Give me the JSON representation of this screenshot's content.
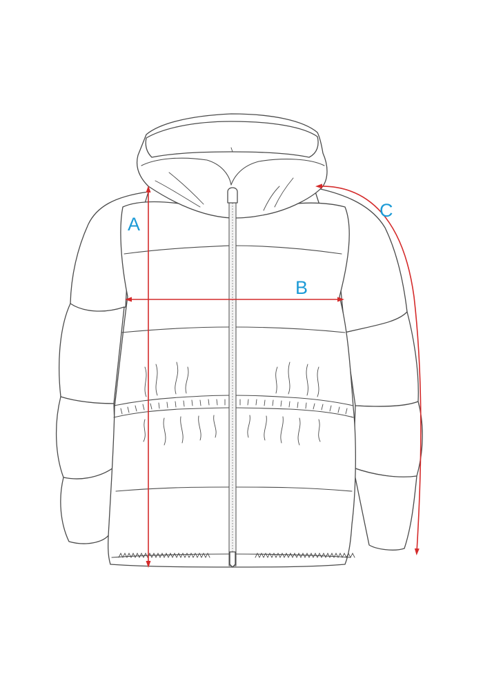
{
  "measurements": [
    {
      "id": "a",
      "label": "A"
    },
    {
      "id": "b",
      "label": "B"
    },
    {
      "id": "c",
      "label": "C"
    }
  ],
  "colors": {
    "dimension_line": "#d42a2a",
    "label": "#1b9ad6",
    "outline": "#4a4a4a"
  }
}
